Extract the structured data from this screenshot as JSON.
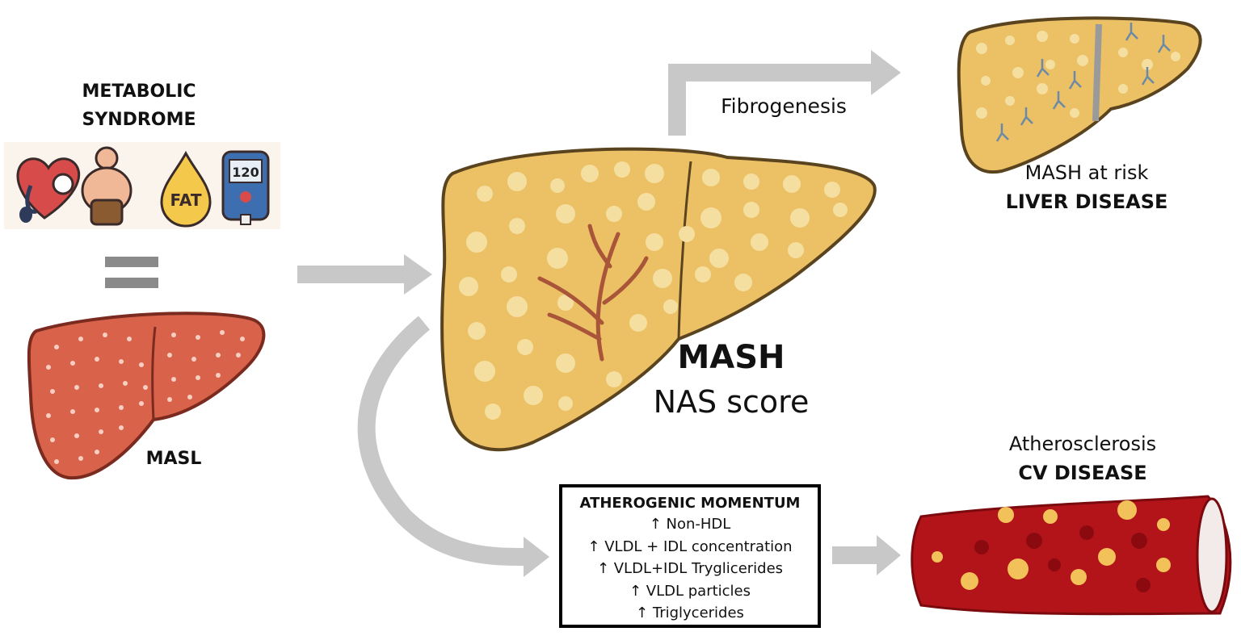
{
  "metabolic_syndrome": {
    "title_line1": "METABOLIC",
    "title_line2": "SYNDROME",
    "fat_icon_text": "FAT",
    "glucometer_text": "120"
  },
  "masl": {
    "label": "MASL"
  },
  "mash": {
    "title": "MASH",
    "subtitle": "NAS score"
  },
  "fibrogenesis": {
    "label": "Fibrogenesis"
  },
  "liver_outcome": {
    "line1": "MASH at risk",
    "line2": "LIVER DISEASE"
  },
  "cv_outcome": {
    "line1": "Atherosclerosis",
    "line2": "CV DISEASE"
  },
  "atherogenic_box": {
    "title": "ATHEROGENIC MOMENTUM",
    "items": [
      "↑ Non-HDL",
      "↑ VLDL + IDL concentration",
      "↑ VLDL+IDL Tryglicerides",
      "↑ VLDL particles",
      "↑ Triglycerides"
    ]
  },
  "colors": {
    "arrow_gray": "#c8c8c8",
    "masl_liver": "#d8624a",
    "masl_outline": "#7a2a1e",
    "fatty_liver": "#ecc064",
    "fatty_outline": "#5a4420",
    "fat_droplet": "#f5dfa0",
    "artery_red": "#b3141a",
    "artery_yellow": "#f3c15a"
  }
}
